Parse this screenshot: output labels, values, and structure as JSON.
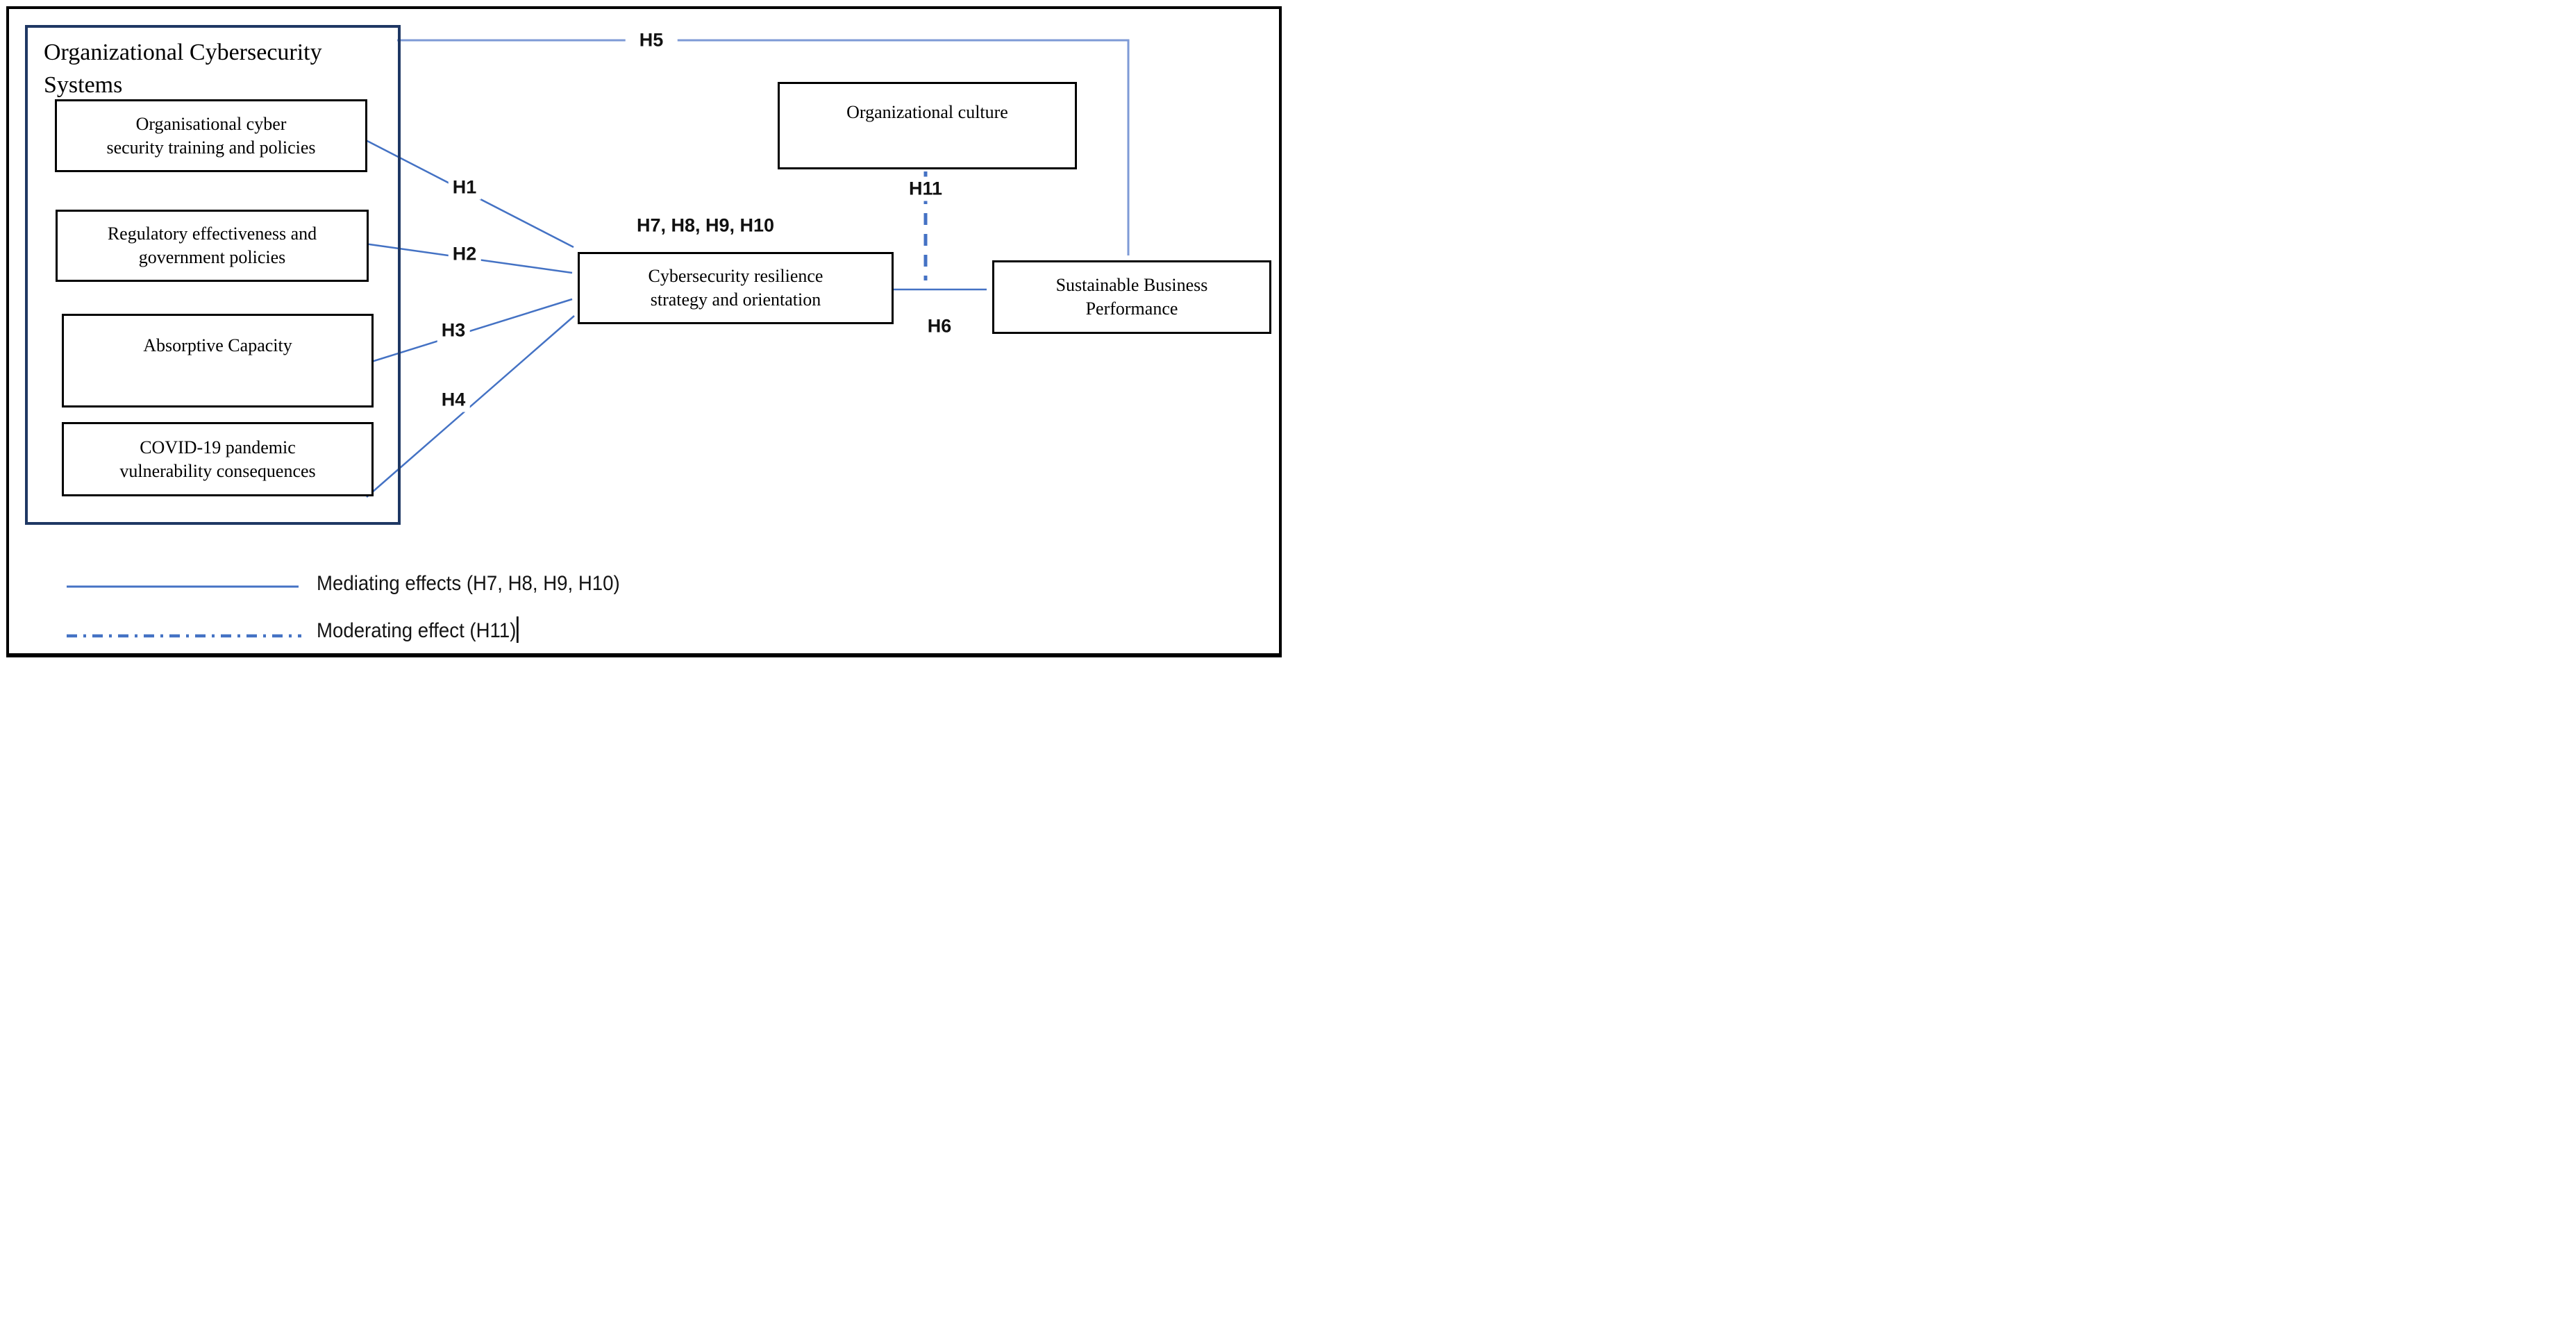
{
  "diagram": {
    "container_title": "Organizational Cybersecurity\nSystems",
    "nodes": {
      "training": "Organisational cyber\nsecurity training and policies",
      "regulatory": "Regulatory effectiveness and\ngovernment policies",
      "absorptive": "Absorptive Capacity",
      "covid": "COVID-19 pandemic\nvulnerability consequences",
      "resilience": "Cybersecurity resilience\nstrategy and orientation",
      "culture": "Organizational culture",
      "performance": "Sustainable Business\nPerformance"
    },
    "hypotheses": {
      "h1": "H1",
      "h2": "H2",
      "h3": "H3",
      "h4": "H4",
      "h5": "H5",
      "h6": "H6",
      "h7_h10": "H7, H8, H9, H10",
      "h11": "H11"
    },
    "legend": {
      "mediating": "Mediating effects (H7, H8, H9, H10)",
      "moderating": "Moderating effect (H11)"
    },
    "colors": {
      "arrow_blue": "#4472C4",
      "arrow_light_blue": "#7E9AD6",
      "container_border_navy": "#1F3864",
      "box_border_black": "#000000"
    }
  }
}
